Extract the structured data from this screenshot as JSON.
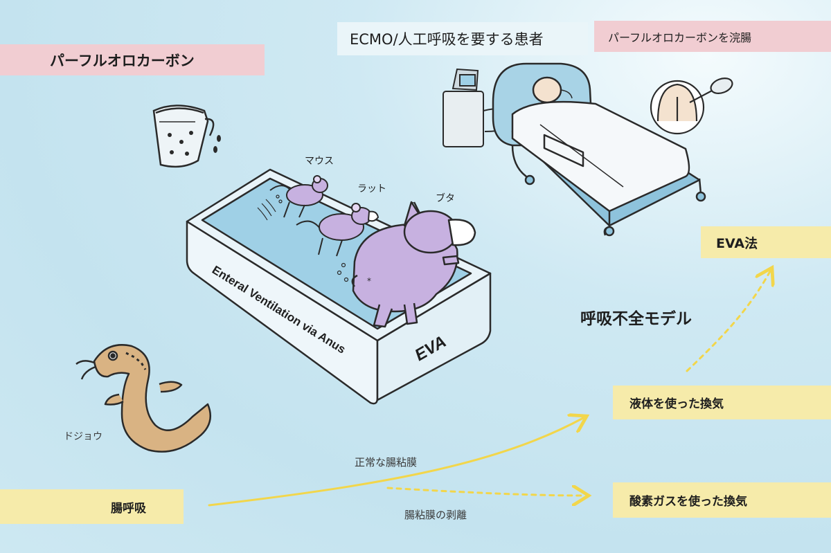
{
  "labels": {
    "perfluorocarbon": "パーフルオロカーボン",
    "ecmo_patient": "ECMO/人工呼吸を要する患者",
    "pfc_enema": "パーフルオロカーボンを浣腸",
    "mouse": "マウス",
    "rat": "ラット",
    "pig": "ブタ",
    "eva_method": "EVA法",
    "respiratory_failure_model": "呼吸不全モデル",
    "liquid_ventilation": "液体を使った換気",
    "oxygen_gas_ventilation": "酸素ガスを使った換気",
    "intestinal_respiration": "腸呼吸",
    "loach": "ドジョウ",
    "normal_mucosa": "正常な腸粘膜",
    "mucosa_removed": "腸粘膜の剥離",
    "tub_side_text": "Enteral Ventilation via Anus",
    "tub_end_text": "EVA"
  },
  "colors": {
    "pink_label": "#f1cdd2",
    "yellow_label": "#f6ebaa",
    "arrow": "#f2d64b",
    "pig_fill": "#c7b1e0",
    "loach_fill": "#d9b383"
  }
}
